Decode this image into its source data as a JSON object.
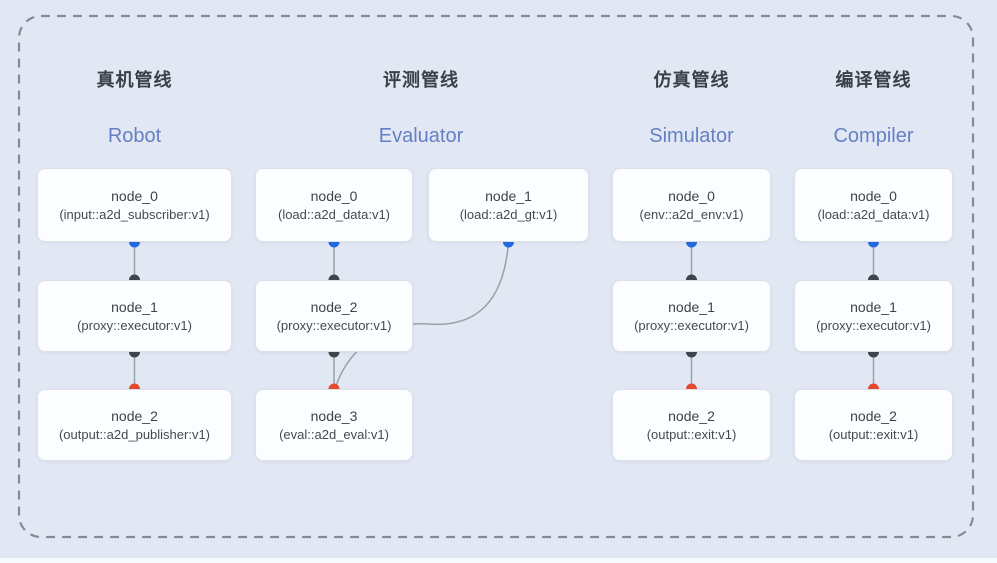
{
  "figure": {
    "background": "#e2e7f4",
    "border_color": "#858b96"
  },
  "colors": {
    "connector": "#9aa0aa",
    "blue_dot": "#2269df",
    "dark_dot": "#41454b",
    "red_dot": "#e7492f",
    "title_cn": "#3a4049",
    "title_en": "#6580c4"
  },
  "pipelines": [
    {
      "title_cn": "真机管线",
      "title_en": "Robot",
      "nodes": [
        {
          "name": "node_0",
          "type": "(input::a2d_subscriber:v1)"
        },
        {
          "name": "node_1",
          "type": "(proxy::executor:v1)"
        },
        {
          "name": "node_2",
          "type": "(output::a2d_publisher:v1)"
        }
      ]
    },
    {
      "title_cn": "评测管线",
      "title_en": "Evaluator",
      "nodes": [
        {
          "name": "node_0",
          "type": "(load::a2d_data:v1)"
        },
        {
          "name": "node_1",
          "type": "(load::a2d_gt:v1)"
        },
        {
          "name": "node_2",
          "type": "(proxy::executor:v1)"
        },
        {
          "name": "node_3",
          "type": "(eval::a2d_eval:v1)"
        }
      ]
    },
    {
      "title_cn": "仿真管线",
      "title_en": "Simulator",
      "nodes": [
        {
          "name": "node_0",
          "type": "(env::a2d_env:v1)"
        },
        {
          "name": "node_1",
          "type": "(proxy::executor:v1)"
        },
        {
          "name": "node_2",
          "type": "(output::exit:v1)"
        }
      ]
    },
    {
      "title_cn": "编译管线",
      "title_en": "Compiler",
      "nodes": [
        {
          "name": "node_0",
          "type": "(load::a2d_data:v1)"
        },
        {
          "name": "node_1",
          "type": "(proxy::executor:v1)"
        },
        {
          "name": "node_2",
          "type": "(output::exit:v1)"
        }
      ]
    }
  ]
}
